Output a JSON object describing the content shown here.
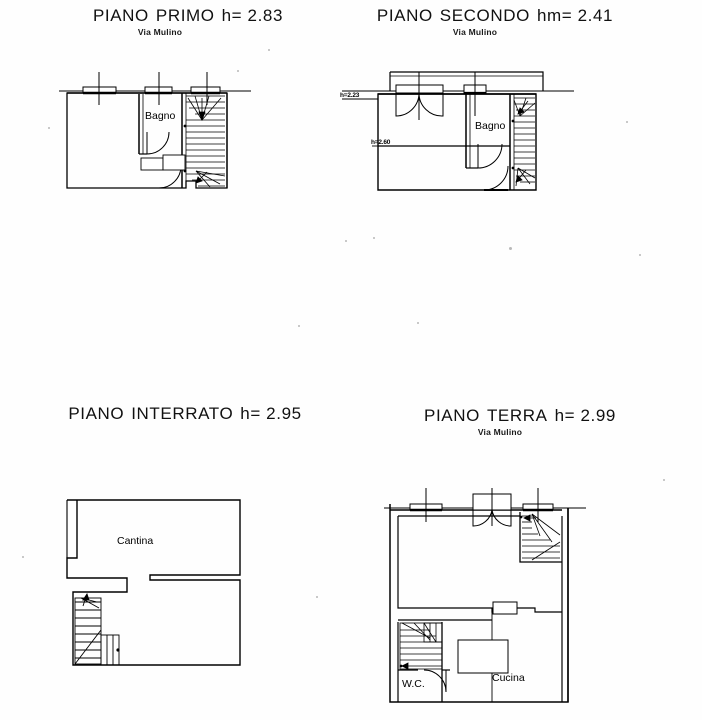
{
  "document": {
    "type": "architectural-floor-plans",
    "street": "Via Mulino",
    "background_color": "#ffffff",
    "line_color": "#000000"
  },
  "plans": [
    {
      "id": "piano-primo",
      "title_part1": "PIANO",
      "title_part2": "PRIMO",
      "title_height": "h= 2.83",
      "subtitle": "Via Mulino",
      "rooms": [
        {
          "name": "Bagno"
        }
      ],
      "height_notes": []
    },
    {
      "id": "piano-secondo",
      "title_part1": "PIANO",
      "title_part2": "SECONDO",
      "title_height": "hm= 2.41",
      "subtitle": "Via Mulino",
      "rooms": [
        {
          "name": "Bagno"
        }
      ],
      "height_notes": [
        {
          "label": "h=2.23"
        },
        {
          "label": "h=2.60"
        }
      ]
    },
    {
      "id": "piano-interrato",
      "title_part1": "PIANO",
      "title_part2": "INTERRATO",
      "title_height": "h= 2.95",
      "subtitle": "",
      "rooms": [
        {
          "name": "Cantina"
        }
      ],
      "height_notes": []
    },
    {
      "id": "piano-terra",
      "title_part1": "PIANO",
      "title_part2": "TERRA",
      "title_height": "h= 2.99",
      "subtitle": "Via Mulino",
      "rooms": [
        {
          "name": "Cucina"
        },
        {
          "name": "W.C."
        }
      ],
      "height_notes": []
    }
  ]
}
